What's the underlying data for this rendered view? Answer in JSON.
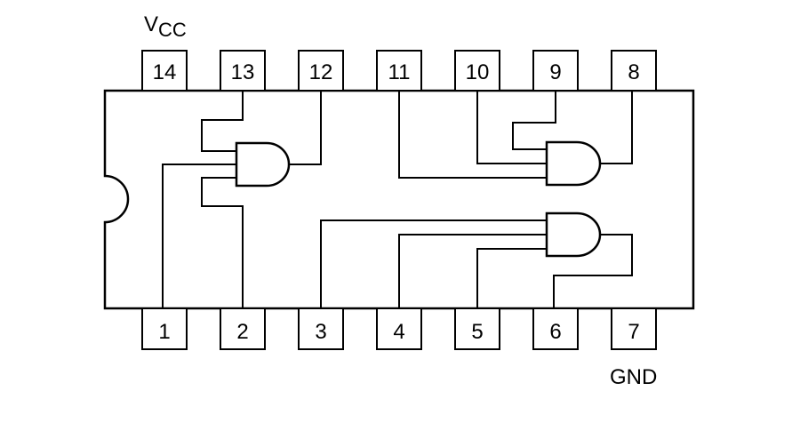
{
  "pins_top": [
    "14",
    "13",
    "12",
    "11",
    "10",
    "9",
    "8"
  ],
  "pins_bottom": [
    "1",
    "2",
    "3",
    "4",
    "5",
    "6",
    "7"
  ],
  "labels": {
    "vcc_main": "V",
    "vcc_sub": "CC",
    "gnd": "GND"
  },
  "gates": [
    {
      "name": "gate-1",
      "inputs": [
        "1",
        "2",
        "13"
      ],
      "output": "12"
    },
    {
      "name": "gate-2",
      "inputs": [
        "9",
        "10",
        "11"
      ],
      "output": "8"
    },
    {
      "name": "gate-3",
      "inputs": [
        "3",
        "4",
        "5"
      ],
      "output": "6"
    }
  ]
}
